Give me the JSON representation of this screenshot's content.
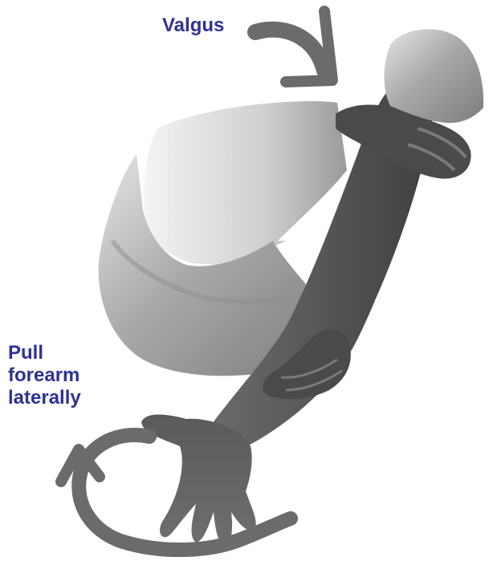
{
  "labels": {
    "valgus": "Valgus",
    "pull_lines": [
      "Pull",
      "forearm",
      "laterally"
    ]
  },
  "colors": {
    "label_text": "#2f3192",
    "arrows": "#6b6b6b",
    "upper_arm": "#b9b9b9",
    "forearm": "#5e5e5e",
    "examiner_hands": "#4a4a4a",
    "background": "#ffffff"
  },
  "icons": {
    "valgus_arrow": "curved-arrow-down-right-icon",
    "lateral_pull_arrow": "circular-arrow-icon"
  }
}
